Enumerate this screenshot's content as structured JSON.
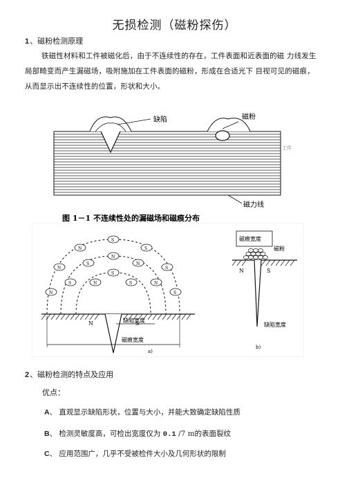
{
  "doc": {
    "title": "无损检测（磁粉探伤）",
    "section1": {
      "number": "1",
      "heading": "、磁粉检测原理",
      "paragraph": "铁磁性材料和工件被磁化后，由于不连续性的存在，工件表面和近表面的磁  力线发生局部畸变而产生漏磁场，吸附施加在工件表面的磁粉，形成在合适光下  目视可见的磁痕，从而显示出不连续性的位置，形状和大小。"
    },
    "figure1": {
      "label_defect": "缺陷",
      "label_powder": "磁粉",
      "label_workpiece": "工件",
      "label_fieldline": "磁力线",
      "caption": "图 1－1   不连续性处的漏磁场和磁痕分布"
    },
    "figure2": {
      "a_label_N": "N",
      "a_label_S": "S",
      "a_label_defect_width": "缺陷宽度",
      "a_label_mark_width": "磁痕宽度",
      "a_sub": "a)",
      "b_label_mark_width": "磁痕宽度",
      "b_label_powder": "磁粉",
      "b_label_N": "N",
      "b_label_S": "S",
      "b_label_defect_width": "缺陷宽度",
      "b_sub": "b)",
      "particle_S": "S",
      "particle_N": "N"
    },
    "section2": {
      "number": "2",
      "heading": "、磁粉检测的特点及应用",
      "advantages_label": "优点：",
      "items": [
        {
          "letter": "A",
          "text": "、 直观显示缺陷形状，位置与大小，并能大致确定缺陷性质"
        },
        {
          "letter": "B",
          "text_before": "、 检测灵敏度高，可检出宽度仅为 ",
          "value": "0.1",
          "unit": " /7 m",
          "text_after": "的表面裂纹"
        },
        {
          "letter": "C",
          "text": "、 应用范围广，几乎不受被检件大小及几何形状的限制"
        }
      ]
    }
  }
}
